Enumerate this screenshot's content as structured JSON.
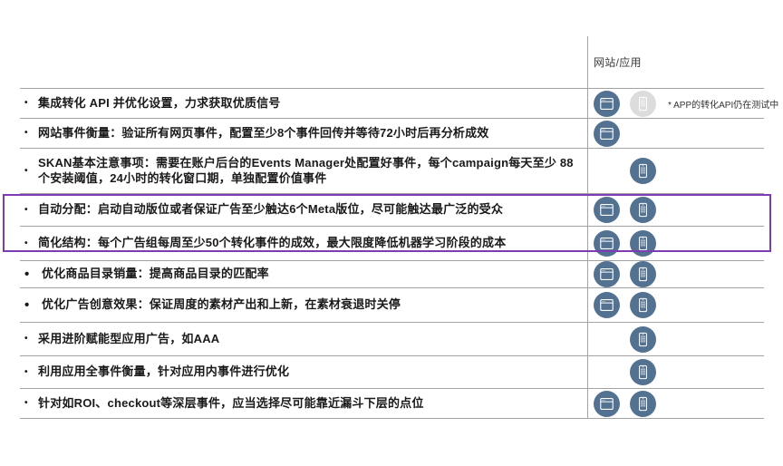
{
  "header": {
    "column_label": "网站/应用"
  },
  "bullet_char": "•",
  "icons": {
    "web": "browser-icon",
    "app": "phone-icon"
  },
  "colors": {
    "icon_circle": "#537291",
    "icon_circle_disabled": "#dcdcdc",
    "grid_line": "#a3a3a3",
    "highlight_border": "#7d3cb5",
    "text": "#1a1a1a"
  },
  "rows": [
    {
      "text": "集成转化 API 并优化设置，力求获取优质信号",
      "bullet": "small",
      "web": "active",
      "app": "disabled",
      "note": "* APP的转化API仍在测试中",
      "highlight": false
    },
    {
      "text": "网站事件衡量：验证所有网页事件，配置至少8个事件回传并等待72小时后再分析成效",
      "bullet": "small",
      "web": "active",
      "app": "none",
      "note": "",
      "highlight": false
    },
    {
      "text": "SKAN基本注意事项：需要在账户后台的Events Manager处配置好事件，每个campaign每天至少 88个安装阈值，24小时的转化窗口期，单独配置价值事件",
      "bullet": "small",
      "web": "none",
      "app": "active",
      "note": "",
      "highlight": false
    },
    {
      "text": "自动分配：启动自动版位或者保证广告至少触达6个Meta版位，尽可能触达最广泛的受众",
      "bullet": "small",
      "web": "active",
      "app": "active",
      "note": "",
      "highlight": true
    },
    {
      "text": "简化结构：每个广告组每周至少50个转化事件的成效，最大限度降低机器学习阶段的成本",
      "bullet": "small",
      "web": "active",
      "app": "active",
      "note": "",
      "highlight": true
    },
    {
      "text": "优化商品目录销量：提高商品目录的匹配率",
      "bullet": "large",
      "web": "active",
      "app": "active",
      "note": "",
      "highlight": false
    },
    {
      "text": "优化广告创意效果：保证周度的素材产出和上新，在素材衰退时关停",
      "bullet": "large",
      "web": "active",
      "app": "active",
      "note": "",
      "highlight": false
    },
    {
      "text": "采用进阶赋能型应用广告，如AAA",
      "bullet": "small",
      "web": "none",
      "app": "active",
      "note": "",
      "highlight": false
    },
    {
      "text": "利用应用全事件衡量，针对应用内事件进行优化",
      "bullet": "small",
      "web": "none",
      "app": "active",
      "note": "",
      "highlight": false
    },
    {
      "text": "针对如ROI、checkout等深层事件，应当选择尽可能靠近漏斗下层的点位",
      "bullet": "small",
      "web": "active",
      "app": "active",
      "note": "",
      "highlight": false
    }
  ]
}
